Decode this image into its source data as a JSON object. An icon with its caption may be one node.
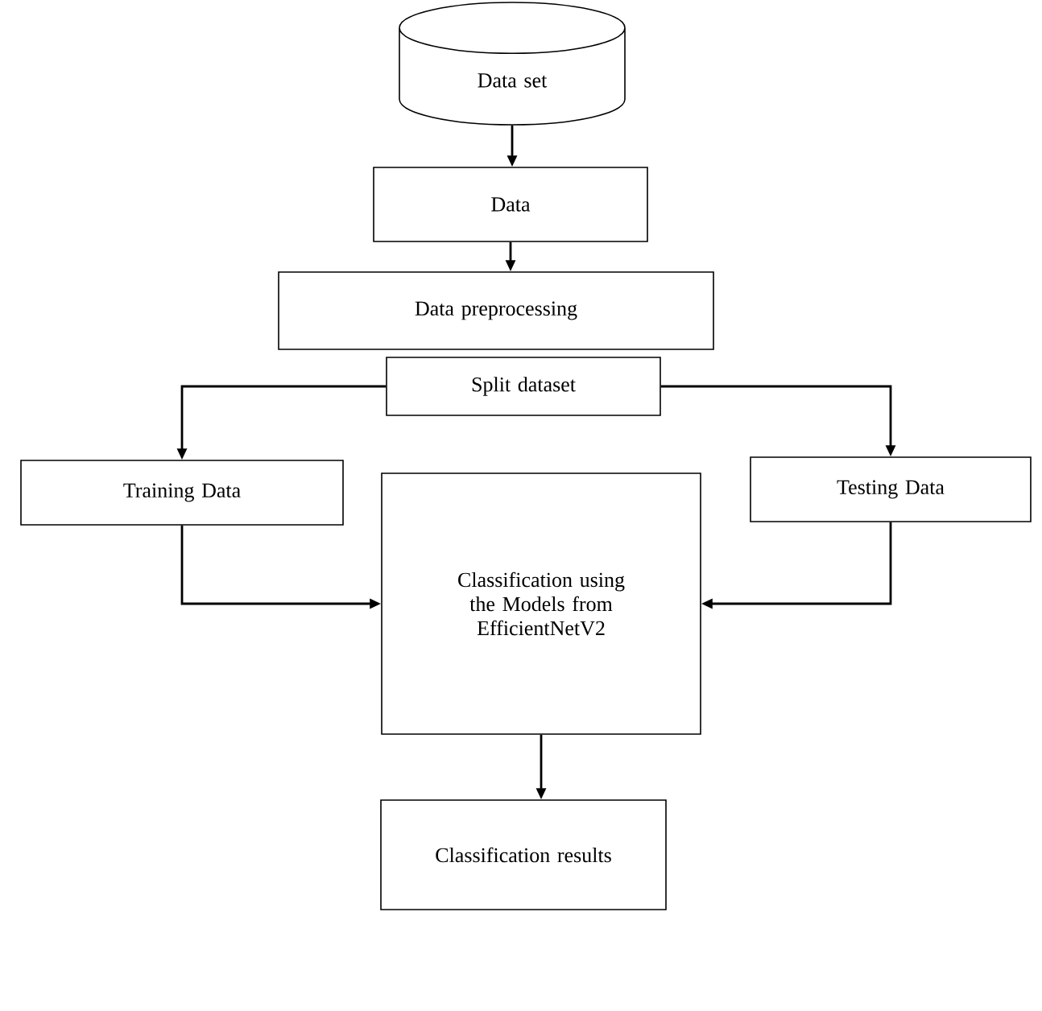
{
  "diagram": {
    "nodes": [
      {
        "text": [
          "Data set"
        ]
      },
      {
        "text": [
          "Data"
        ]
      },
      {
        "text": [
          "Data preprocessing"
        ]
      },
      {
        "text": [
          "Split dataset"
        ]
      },
      {
        "text": [
          "Training Data"
        ]
      },
      {
        "text": [
          "Testing Data"
        ]
      },
      {
        "text": [
          "Classification using the Models from EfficientNetV2"
        ]
      },
      {
        "text": [
          "Classification results"
        ]
      }
    ],
    "edges": [
      {
        "from": 0,
        "to": 1,
        "arrow": "to"
      },
      {
        "from": 1,
        "to": 2,
        "arrow": "to"
      },
      {
        "from": 3,
        "to": 4,
        "arrow": "to"
      },
      {
        "from": 3,
        "to": 5,
        "arrow": "to"
      },
      {
        "from": 4,
        "to": 6,
        "arrow": "to"
      },
      {
        "from": 5,
        "to": 6,
        "arrow": "to"
      },
      {
        "from": 6,
        "to": 7,
        "arrow": "to"
      }
    ]
  }
}
